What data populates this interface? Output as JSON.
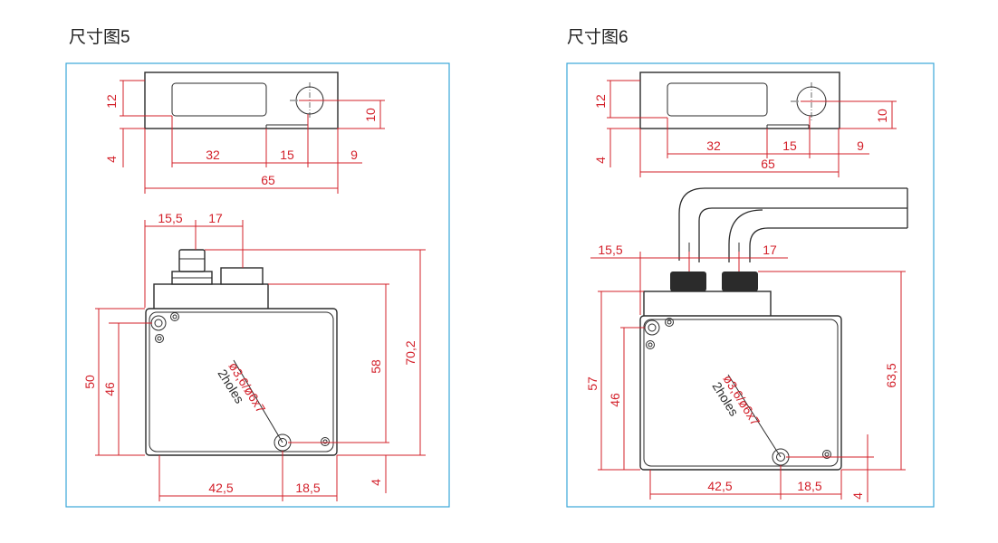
{
  "drawings": [
    {
      "title": "尺寸图5",
      "dims": {
        "h12": "12",
        "h4a": "4",
        "w32": "32",
        "w15": "15",
        "w9": "9",
        "h10": "10",
        "w65": "65",
        "w15_5": "15,5",
        "w17": "17",
        "h50": "50",
        "h46": "46",
        "h58": "58",
        "h70_2": "70,2",
        "h4b": "4",
        "w42_5": "42,5",
        "w18_5": "18,5"
      },
      "hole_note": "ø3,6/ø6x7",
      "holes_label": "2holes"
    },
    {
      "title": "尺寸图6",
      "dims": {
        "h12": "12",
        "h4a": "4",
        "w32": "32",
        "w15": "15",
        "w9": "9",
        "h10": "10",
        "w65": "65",
        "w15_5": "15,5",
        "w17": "17",
        "h57": "57",
        "h46": "46",
        "h63_5": "63,5",
        "h4b": "4",
        "w42_5": "42,5",
        "w18_5": "18,5"
      },
      "hole_note": "ø3,6/ø6x7",
      "holes_label": "2holes"
    }
  ],
  "colors": {
    "frame": "#3aa6d8",
    "dimension": "#d3202a",
    "outline": "#2b2b2b"
  }
}
